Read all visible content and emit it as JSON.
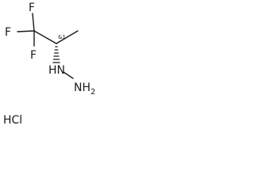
{
  "molecule": {
    "atoms": {
      "f_top": "F",
      "f_left": "F",
      "f_bottom": "F",
      "nh": "HN",
      "nh2": "NH",
      "nh2_sub": "2"
    },
    "stereo_label": "&1",
    "salt": "HCl"
  }
}
